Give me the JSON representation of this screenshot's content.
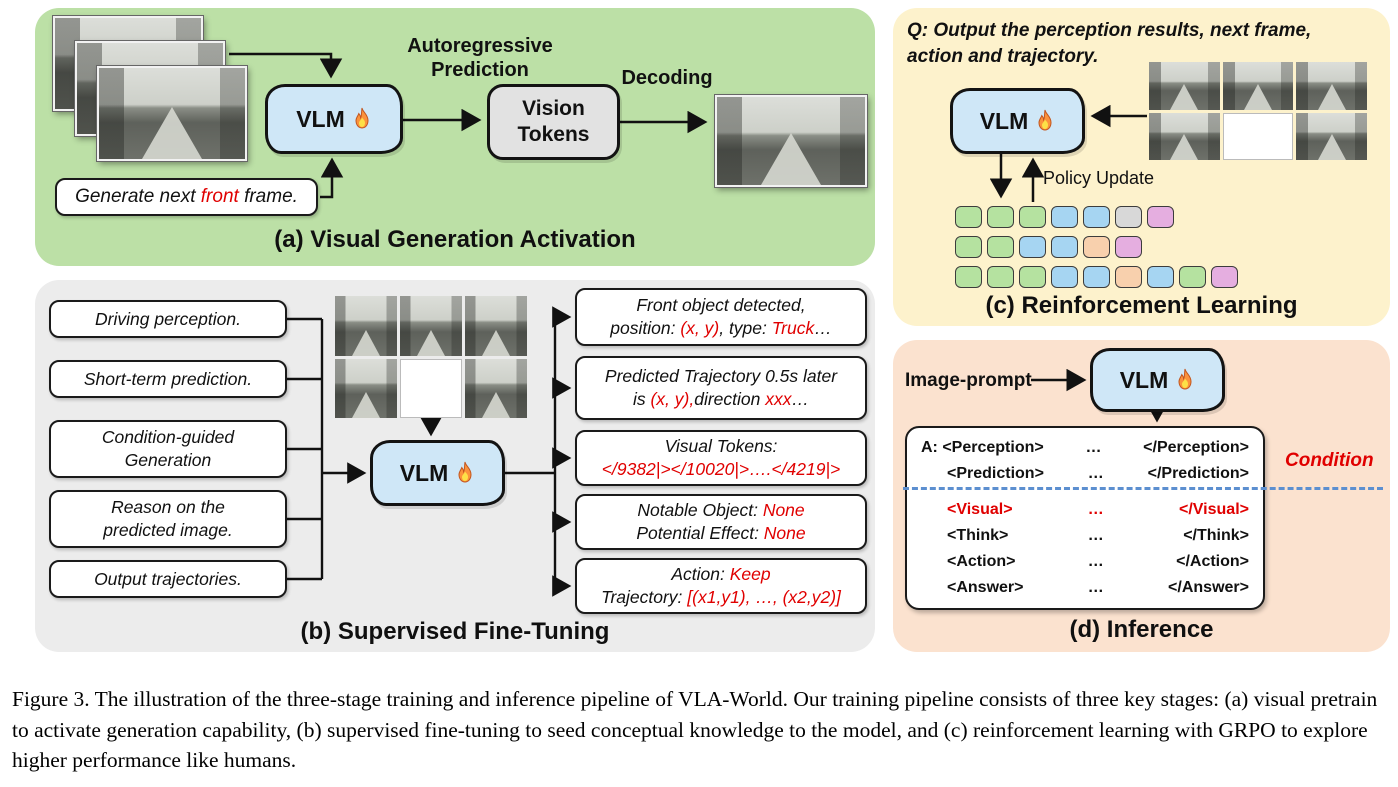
{
  "figure_caption": "Figure 3. The illustration of the three-stage training and inference pipeline of VLA-World. Our training pipeline consists of three key stages: (a) visual pretrain to activate generation capability, (b) supervised fine-tuning to seed conceptual knowledge to the model, and (c) reinforcement learning with GRPO to explore higher performance like humans.",
  "colors": {
    "panel_a_bg": "#bce0a6",
    "panel_b_bg": "#ececec",
    "panel_c_bg": "#fdf2cc",
    "panel_d_bg": "#fbe2cf",
    "vlm_fill": "#cfe7f7",
    "vision_tokens_fill": "#e2e2e2",
    "red": "#e00000",
    "dash_blue": "#5c8fd0",
    "token_green": "#b5e2a0",
    "token_blue": "#a6d5f2",
    "token_gray": "#d8d8d8",
    "token_pink": "#e5aee0",
    "token_orange": "#f8d0ad"
  },
  "panel_a": {
    "title": "(a) Visual Generation Activation",
    "vlm_label": "VLM",
    "autoregressive_label": "Autoregressive\nPrediction",
    "vision_tokens_label": "Vision\nTokens",
    "decoding_label": "Decoding",
    "prompt": [
      {
        "t": "Generate next "
      },
      {
        "t": "front",
        "red": true
      },
      {
        "t": " frame."
      }
    ]
  },
  "panel_b": {
    "title": "(b) Supervised Fine-Tuning",
    "vlm_label": "VLM",
    "inputs": [
      "Driving perception.",
      "Short-term prediction.",
      "Condition-guided\nGeneration",
      "Reason on the\npredicted image.",
      "Output trajectories."
    ],
    "outputs": [
      [
        {
          "t": "Front object detected,\nposition: "
        },
        {
          "t": "(x, y)",
          "red": true
        },
        {
          "t": ", type: "
        },
        {
          "t": "Truck",
          "red": true
        },
        {
          "t": "…"
        }
      ],
      [
        {
          "t": "Predicted Trajectory 0.5s later\nis "
        },
        {
          "t": "(x, y),",
          "red": true
        },
        {
          "t": "direction "
        },
        {
          "t": "xxx",
          "red": true
        },
        {
          "t": "…"
        }
      ],
      [
        {
          "t": "Visual Tokens:\n"
        },
        {
          "t": "</9382|></10020|>….</4219|>",
          "red": true
        }
      ],
      [
        {
          "t": "Notable Object: "
        },
        {
          "t": "None",
          "red": true
        },
        {
          "t": "\nPotential Effect: "
        },
        {
          "t": "None",
          "red": true
        }
      ],
      [
        {
          "t": "Action: "
        },
        {
          "t": "Keep",
          "red": true
        },
        {
          "t": "\nTrajectory: "
        },
        {
          "t": "[(x1,y1), …, (x2,y2)]",
          "red": true
        }
      ]
    ]
  },
  "panel_c": {
    "title": "(c) Reinforcement Learning",
    "question": "Q: Output the perception results, next frame,\naction and trajectory.",
    "vlm_label": "VLM",
    "policy_update_label": "Policy Update",
    "token_rows": [
      [
        "green",
        "green",
        "green",
        "blue",
        "blue",
        "gray",
        "pink"
      ],
      [
        "green",
        "green",
        "blue",
        "blue",
        "orange",
        "pink"
      ],
      [
        "green",
        "green",
        "green",
        "blue",
        "blue",
        "orange",
        "blue",
        "green",
        "pink"
      ]
    ]
  },
  "panel_d": {
    "title": "(d) Inference",
    "image_prompt_label": "Image-prompt",
    "vlm_label": "VLM",
    "condition_label": "Condition",
    "lines": [
      {
        "open": "A: <Perception>",
        "mid": "…",
        "close": "</Perception>",
        "red": false
      },
      {
        "open": "<Prediction>",
        "mid": "…",
        "close": "</Prediction>",
        "red": false
      },
      {
        "open": "<Visual>",
        "mid": "…",
        "close": "</Visual>",
        "red": true
      },
      {
        "open": "<Think>",
        "mid": "…",
        "close": "</Think>",
        "red": false
      },
      {
        "open": "<Action>",
        "mid": "…",
        "close": "</Action>",
        "red": false
      },
      {
        "open": "<Answer>",
        "mid": "…",
        "close": "</Answer>",
        "red": false
      }
    ]
  }
}
